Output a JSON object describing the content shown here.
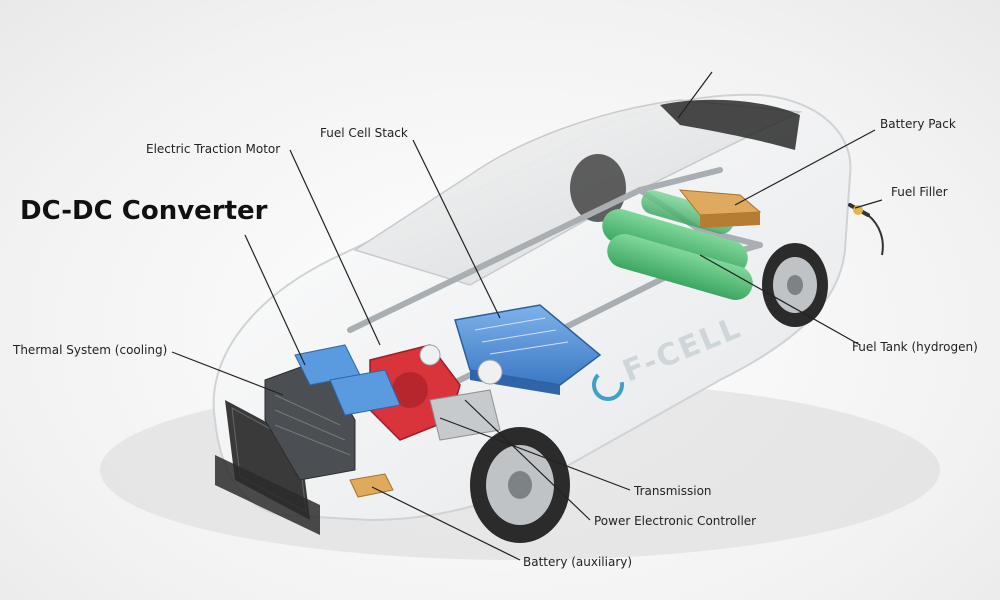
{
  "title": "DC-DC Converter",
  "labels": {
    "electric_traction_motor": "Electric Traction Motor",
    "fuel_cell_stack": "Fuel Cell Stack",
    "battery_pack": "Battery Pack",
    "fuel_filler": "Fuel Filler",
    "thermal_system": "Thermal System (cooling)",
    "fuel_tank": "Fuel Tank (hydrogen)",
    "transmission": "Transmission",
    "power_electronic_controller": "Power Electronic Controller",
    "battery_auxiliary": "Battery (auxiliary)"
  },
  "car_brand": "F-CELL",
  "colors": {
    "fuel_cell_stack": "#4f8fd9",
    "fuel_tank": "#58c27a",
    "battery_pack": "#d9a55a",
    "motor": "#d9333b",
    "leader_lines": "#222222"
  }
}
